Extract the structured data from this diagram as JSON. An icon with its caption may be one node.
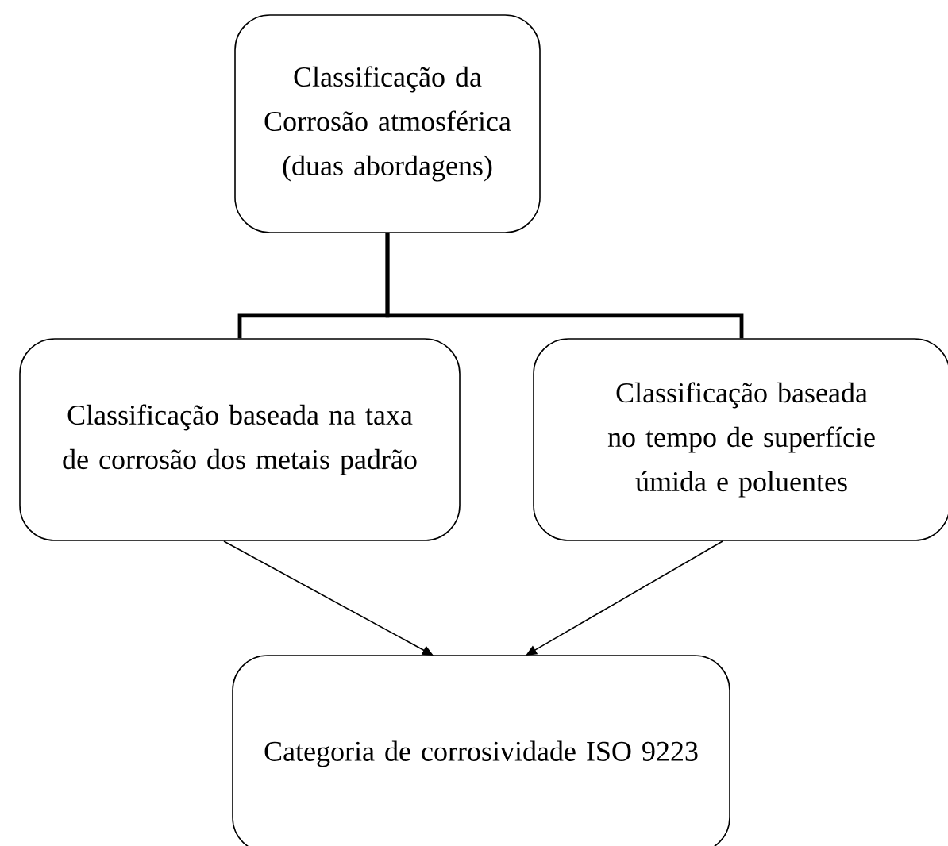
{
  "diagram": {
    "nodes": [
      {
        "text": [
          "Classificação da Corrosão atmosférica (duas abordagens)"
        ]
      },
      {
        "text": [
          "Classificação baseada na taxa de corrosão dos metais padrão"
        ]
      },
      {
        "text": [
          "Classificação baseada no tempo de superfície úmida e poluentes"
        ]
      },
      {
        "text": [
          "Categoria de corrosividade ISO 9223"
        ]
      }
    ],
    "edges": [
      {
        "from": 0,
        "to": 1,
        "arrow": "none",
        "style": "thick"
      },
      {
        "from": 0,
        "to": 2,
        "arrow": "none",
        "style": "thick"
      },
      {
        "from": 1,
        "to": 3,
        "arrow": "to"
      },
      {
        "from": 2,
        "to": 3,
        "arrow": "to"
      }
    ]
  }
}
